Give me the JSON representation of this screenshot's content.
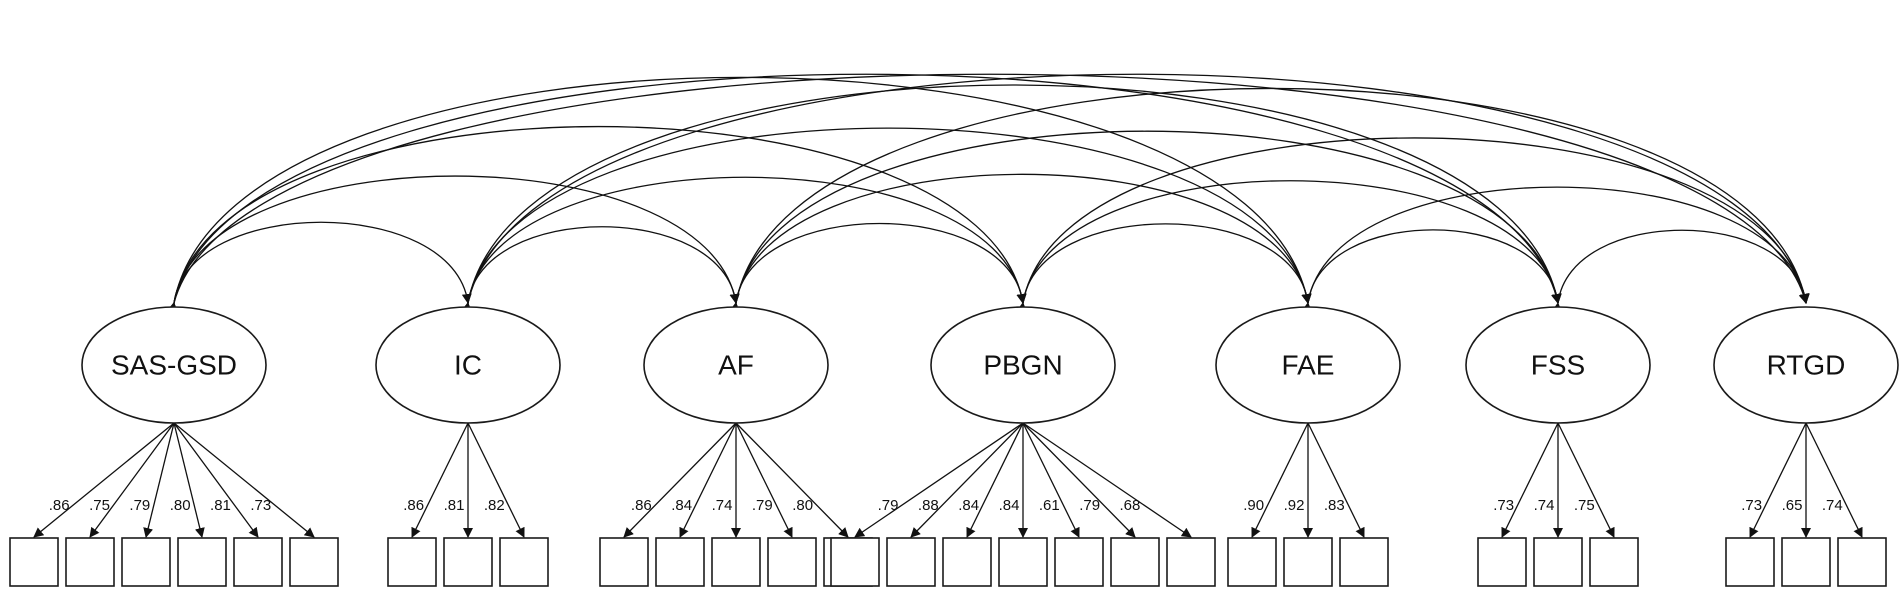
{
  "factors": [
    {
      "id": "f1",
      "label": "SAS-GSD",
      "loadings": [
        ".86",
        ".75",
        ".79",
        ".80",
        ".81",
        ".73"
      ]
    },
    {
      "id": "f2",
      "label": "IC",
      "loadings": [
        ".86",
        ".81",
        ".82"
      ]
    },
    {
      "id": "f3",
      "label": "AF",
      "loadings": [
        ".86",
        ".84",
        ".74",
        ".79",
        ".80"
      ]
    },
    {
      "id": "f4",
      "label": "PBGN",
      "loadings": [
        ".79",
        ".88",
        ".84",
        ".84",
        ".61",
        ".79",
        ".68"
      ]
    },
    {
      "id": "f5",
      "label": "FAE",
      "loadings": [
        ".90",
        ".92",
        ".83"
      ]
    },
    {
      "id": "f6",
      "label": "FSS",
      "loadings": [
        ".73",
        ".74",
        ".75"
      ]
    },
    {
      "id": "f7",
      "label": "RTGD",
      "loadings": [
        ".73",
        ".65",
        ".74"
      ]
    }
  ]
}
